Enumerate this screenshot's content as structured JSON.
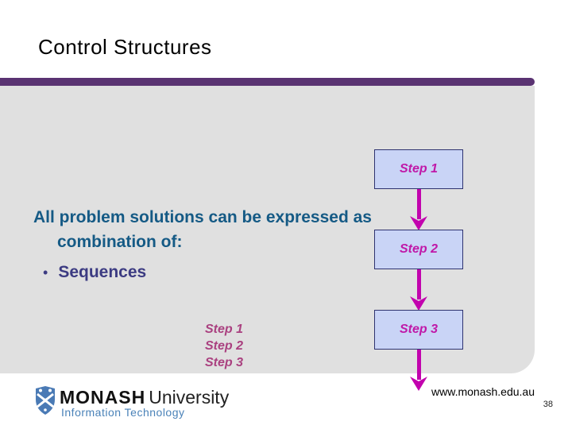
{
  "slide": {
    "title": "Control Structures",
    "body": {
      "line1": "All problem solutions can be expressed as",
      "line2": "combination of:",
      "bullet": "•",
      "bullet_item": "Sequences"
    },
    "step_list": [
      "Step 1",
      "Step 2",
      "Step 3"
    ],
    "flowchart": {
      "boxes": [
        "Step 1",
        "Step 2",
        "Step 3"
      ]
    },
    "footer": {
      "logo_name": "MONASH",
      "logo_suffix": "University",
      "logo_subtitle": "Information Technology",
      "url": "www.monash.edu.au",
      "page_number": "38"
    },
    "colors": {
      "accent_bar": "#5a3372",
      "content_bg": "#e0e0e0",
      "title_text": "#000000",
      "body_text": "#155a85",
      "bullet_text": "#3c3b82",
      "step_list_text": "#aa4180",
      "box_fill": "#c9d4f6",
      "box_border": "#2f3370",
      "box_text": "#c018a8",
      "arrow": "#c203ae",
      "logo_blue": "#4a7ab5"
    }
  }
}
